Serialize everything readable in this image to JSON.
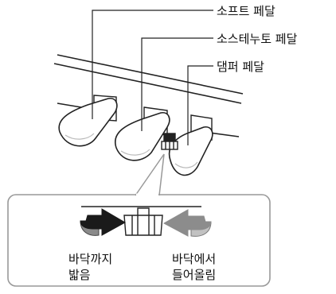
{
  "labels": {
    "soft_pedal": "소프트 페달",
    "sostenuto_pedal": "소스테누토 페달",
    "damper_pedal": "댐퍼 페달"
  },
  "inset": {
    "press_down_line1": "바닥까지",
    "press_down_line2": "밟음",
    "raise_up_line1": "바닥에서",
    "raise_up_line2": "들어올림"
  },
  "colors": {
    "outline": "#222222",
    "callout_border": "#999999",
    "pedal_fill": "#ffffff",
    "shadow": "#d9d9d9",
    "dark_arrow": "#1a1a1a",
    "light_arrow": "#8c8c8c"
  }
}
